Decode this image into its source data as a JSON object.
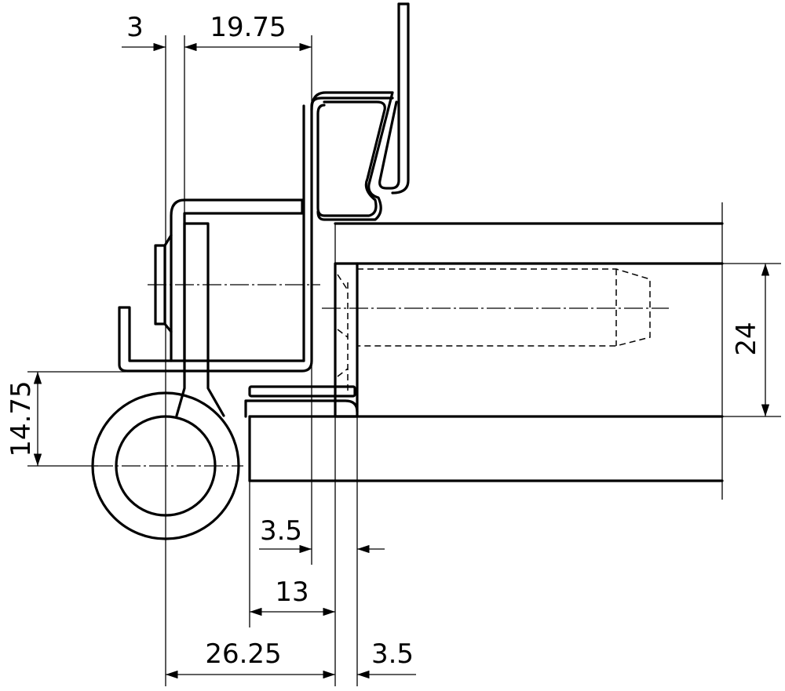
{
  "drawing": {
    "dimensions": {
      "top_left": "3",
      "top_width": "19.75",
      "left_height": "14.75",
      "right_height": "24",
      "gap_upper": "3.5",
      "leaf_width": "13",
      "pin_to_frame": "26.25",
      "gap_lower": "3.5"
    }
  }
}
